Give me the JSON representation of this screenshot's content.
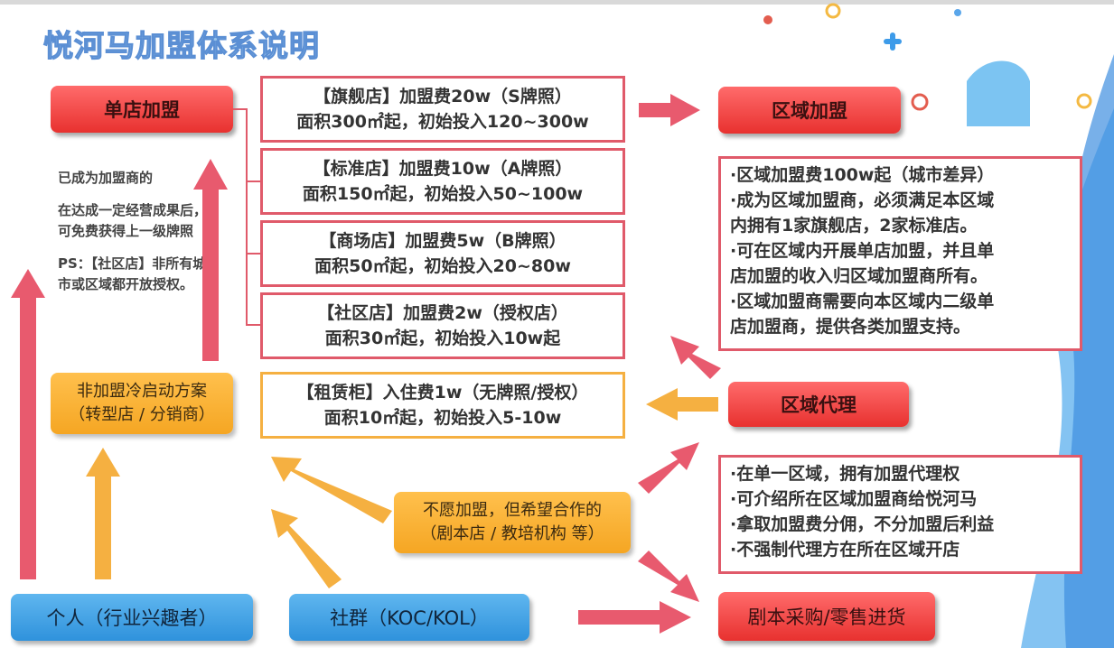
{
  "title": "悦河马加盟体系说明",
  "left": {
    "single_store": "单店加盟",
    "note": [
      "已成为加盟商的",
      "在达成一定经营成果后，可免费获得上一级牌照",
      "PS：【社区店】非所有城市或区域都开放授权。"
    ],
    "cold_start": [
      "非加盟冷启动方案",
      "（转型店 / 分销商）"
    ],
    "individual": "个人（行业兴趣者）",
    "community": "社群（KOC/KOL）"
  },
  "stores": [
    {
      "line1": "【旗舰店】加盟费20w（S牌照）",
      "line2": "面积300㎡起，初始投入120~300w"
    },
    {
      "line1": "【标准店】加盟费10w（A牌照）",
      "line2": "面积150㎡起，初始投入50~100w"
    },
    {
      "line1": "【商场店】加盟费5w（B牌照）",
      "line2": "面积50㎡起，初始投入20~80w"
    },
    {
      "line1": "【社区店】加盟费2w（授权店）",
      "line2": "面积30㎡起，初始投入10w起"
    }
  ],
  "locker": {
    "line1": "【租赁柜】入住费1w（无牌照/授权）",
    "line2": "面积10㎡起，初始投入5-10w"
  },
  "cooperate": [
    "不愿加盟，但希望合作的",
    "（剧本店 / 教培机构 等）"
  ],
  "right": {
    "regional_franchise": "区域加盟",
    "regional_points": [
      "·区域加盟费100w起（城市差异）",
      "·成为区域加盟商，必须满足本区域",
      "内拥有1家旗舰店，2家标准店。",
      "·可在区域内开展单店加盟，并且单",
      "店加盟的收入归区域加盟商所有。",
      "·区域加盟商需要向本区域内二级单",
      "店加盟商，提供各类加盟支持。"
    ],
    "regional_agent": "区域代理",
    "agent_points": [
      "·在单一区域，拥有加盟代理权",
      "·可介绍所在区域加盟商给悦河马",
      "·拿取加盟费分佣，不分加盟后利益",
      "·不强制代理方在所在区域开店"
    ],
    "purchase": "剧本采购/零售进货"
  },
  "colors": {
    "red": "#e8312f",
    "pink_arrow": "#e85a6e",
    "orange": "#f5a623",
    "blue": "#2f92dc",
    "frame": "#e05a6a"
  }
}
